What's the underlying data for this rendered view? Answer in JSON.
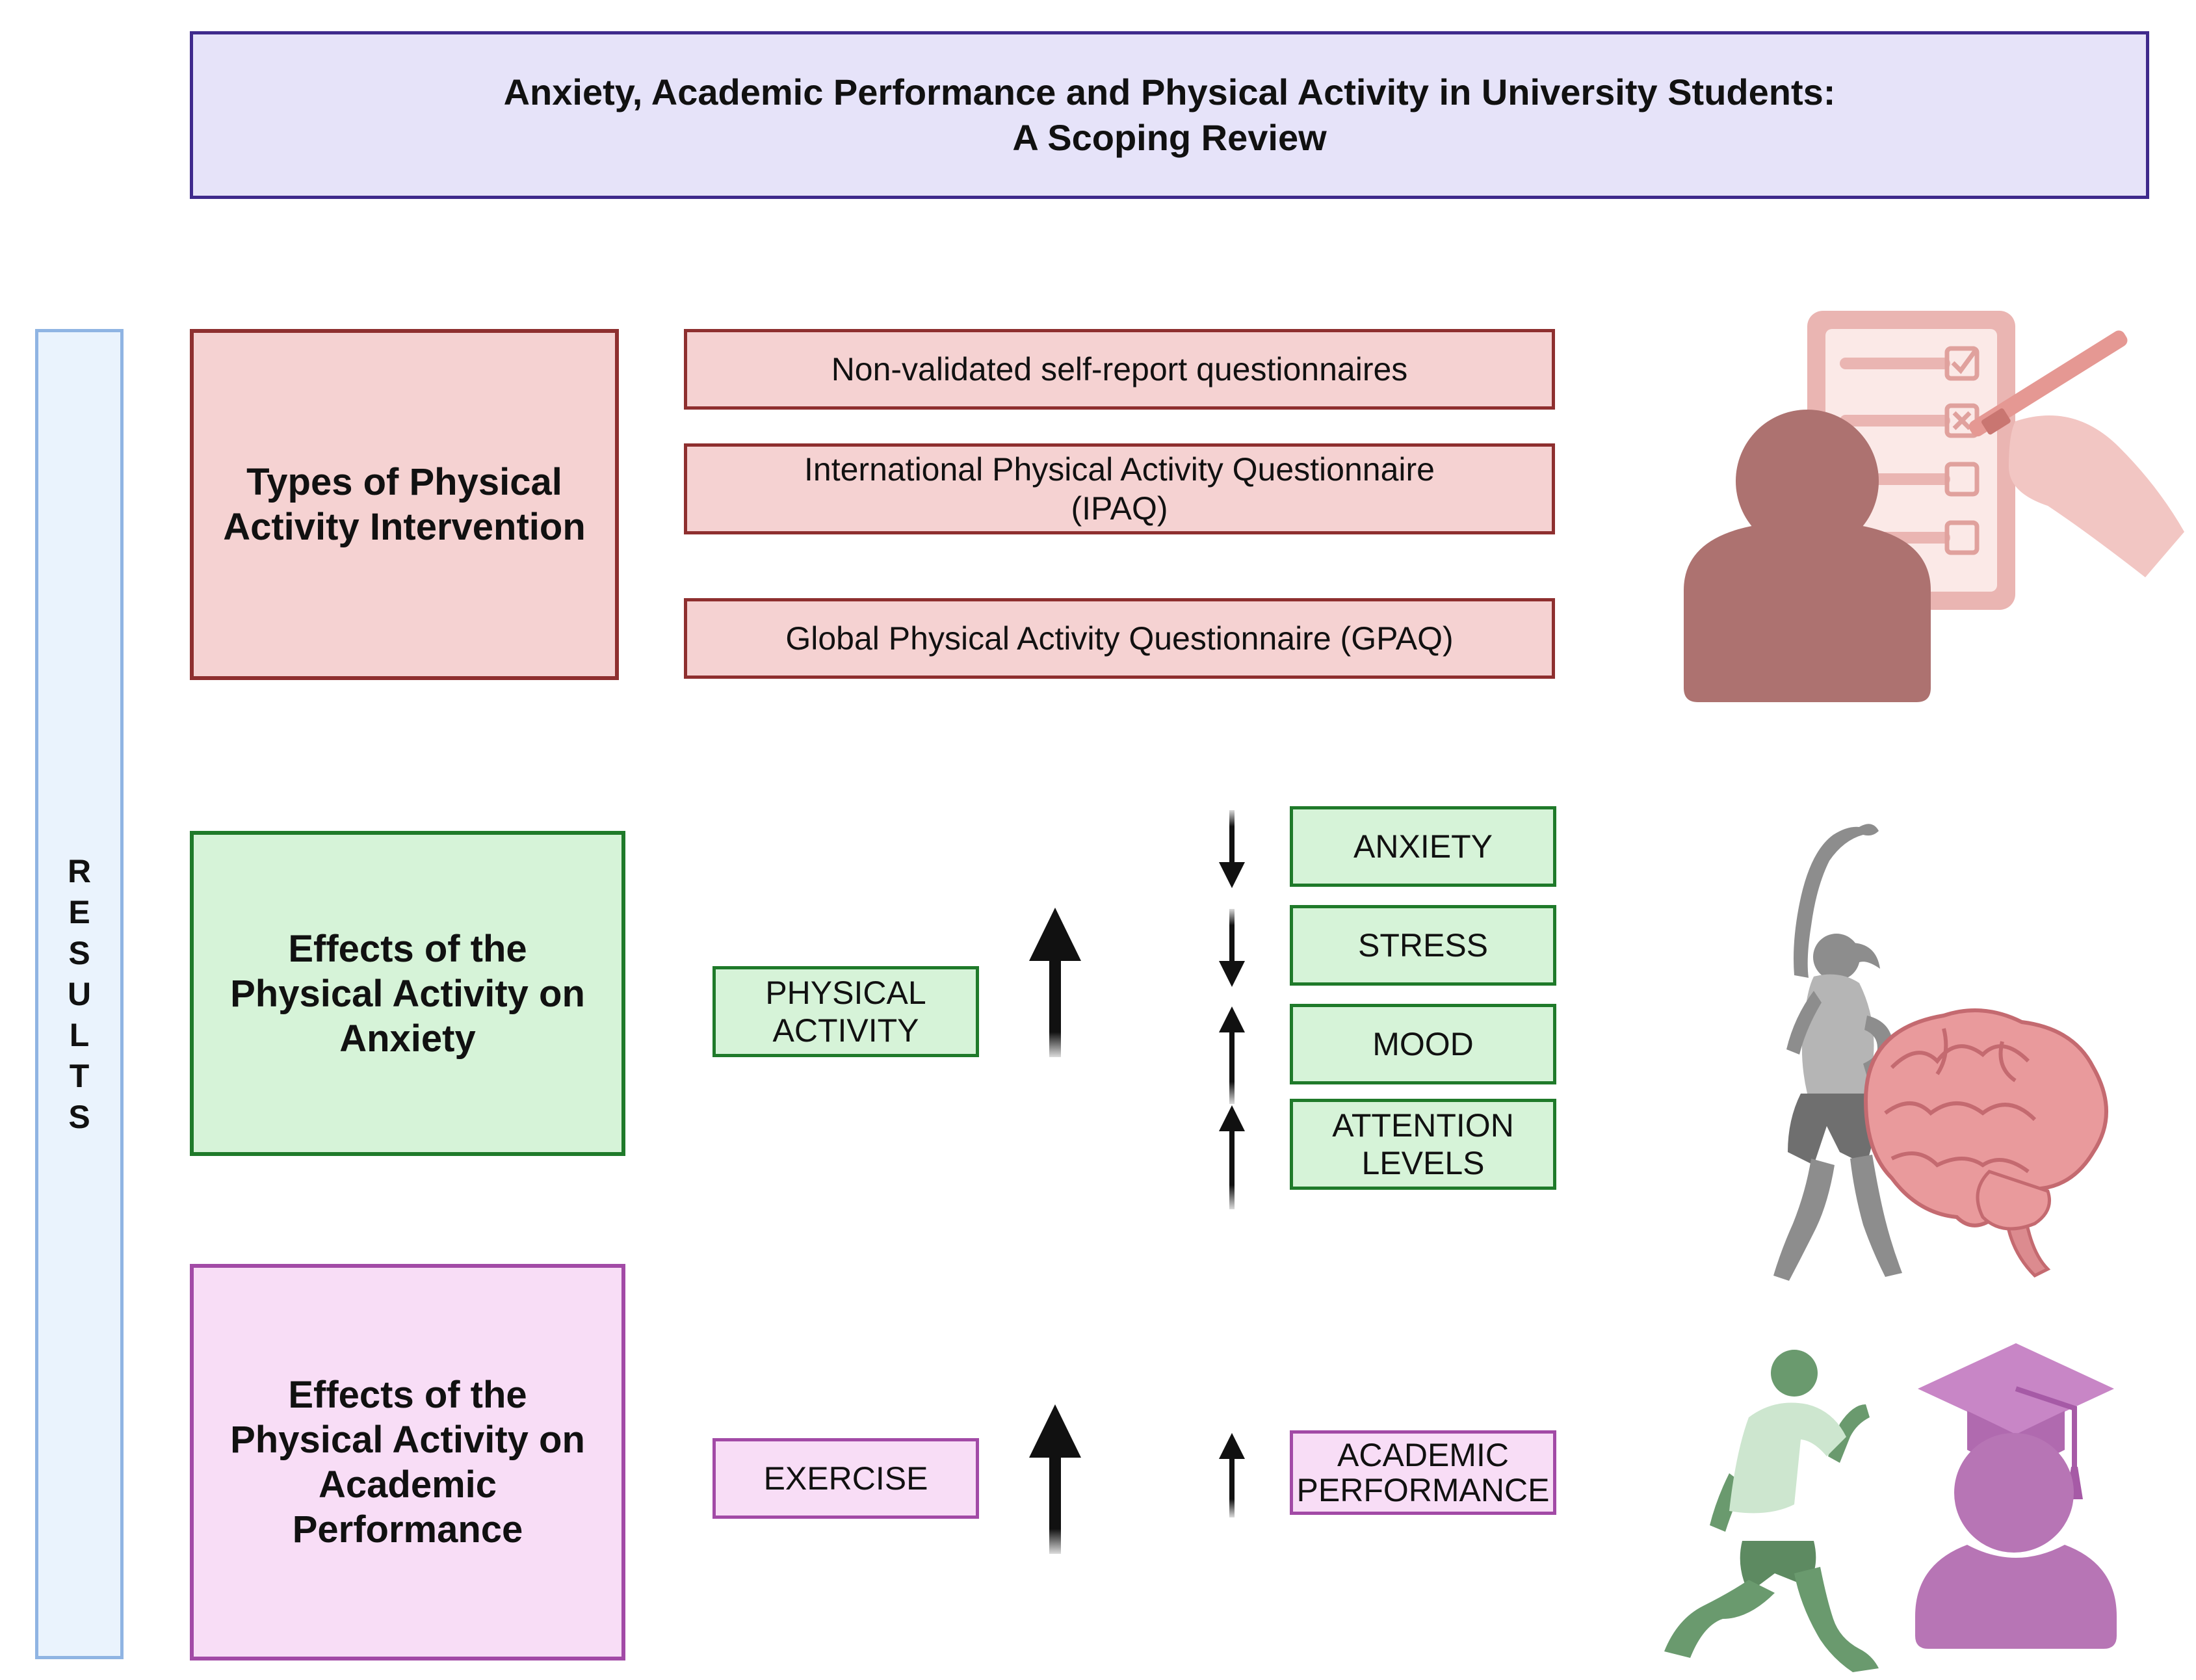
{
  "title": {
    "line1": "Anxiety, Academic Performance and Physical Activity in University Students:",
    "line2": "A Scoping Review"
  },
  "results_label": [
    "R",
    "E",
    "S",
    "U",
    "L",
    "T",
    "S"
  ],
  "sections": {
    "types": {
      "heading_line1": "Types of Physical",
      "heading_line2": "Activity Intervention",
      "items": [
        {
          "line1": "Non-validated self-report questionnaires",
          "line2": ""
        },
        {
          "line1": "International Physical Activity Questionnaire",
          "line2": "(IPAQ)"
        },
        {
          "line1": "Global Physical Activity Questionnaire (GPAQ)",
          "line2": ""
        }
      ]
    },
    "anxiety": {
      "heading_line1": "Effects of the",
      "heading_line2": "Physical Activity on",
      "heading_line3": "Anxiety",
      "cause_line1": "PHYSICAL",
      "cause_line2": "ACTIVITY",
      "effects": [
        {
          "line1": "ANXIETY",
          "line2": "",
          "direction": "down"
        },
        {
          "line1": "STRESS",
          "line2": "",
          "direction": "down"
        },
        {
          "line1": "MOOD",
          "line2": "",
          "direction": "up"
        },
        {
          "line1": "ATTENTION",
          "line2": "LEVELS",
          "direction": "up"
        }
      ]
    },
    "academic": {
      "heading_line1": "Effects of the",
      "heading_line2": "Physical Activity on",
      "heading_line3": "Academic",
      "heading_line4": "Performance",
      "cause": "EXERCISE",
      "effect_line1": "ACADEMIC",
      "effect_line2": "PERFORMANCE",
      "effect_direction": "up"
    }
  },
  "icons": [
    "questionnaire-person-icon",
    "stretching-athlete-icon",
    "brain-icon",
    "runner-icon",
    "graduate-icon"
  ],
  "colors": {
    "title_bg": "#e6e3f9",
    "title_border": "#3f2a8c",
    "results_bg": "#eaf3fd",
    "results_border": "#8fb4e3",
    "pink_bg": "#f5d2d2",
    "pink_border": "#8e2f2f",
    "green_bg": "#d6f3d8",
    "green_border": "#1f7a2a",
    "purple_bg": "#f8ddf6",
    "purple_border": "#a24aa6"
  }
}
